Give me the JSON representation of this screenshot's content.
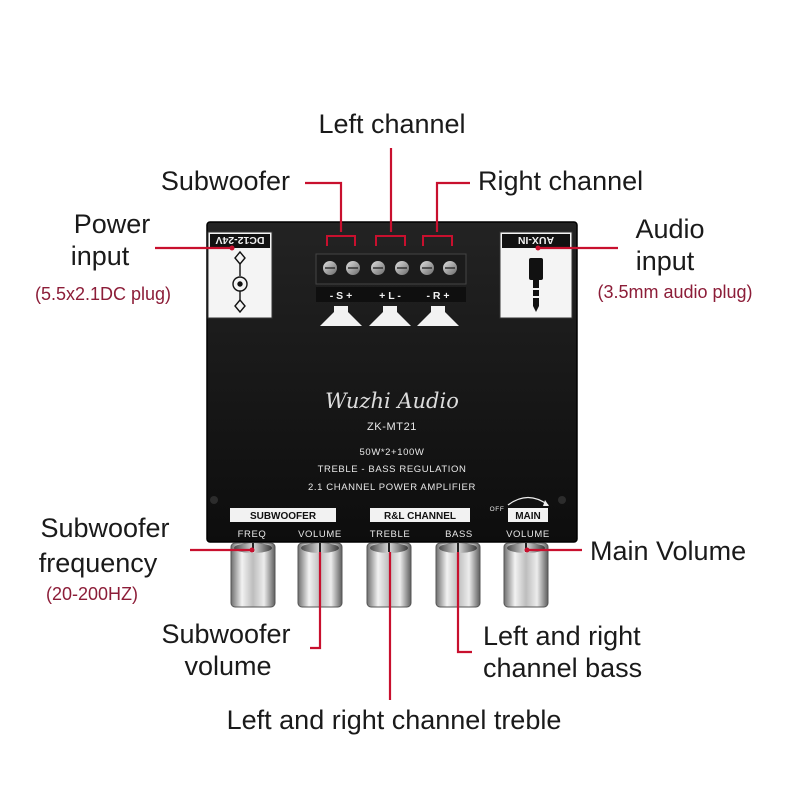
{
  "callouts": {
    "left_channel": "Left channel",
    "subwoofer": "Subwoofer",
    "right_channel": "Right channel",
    "power_input_line1": "Power",
    "power_input_line2": "input",
    "power_input_note": "(5.5x2.1DC plug)",
    "audio_input_line1": "Audio",
    "audio_input_line2": "input",
    "audio_input_note": "(3.5mm audio plug)",
    "sub_freq_line1": "Subwoofer",
    "sub_freq_line2": "frequency",
    "sub_freq_note": "(20-200HZ)",
    "main_volume": "Main Volume",
    "sub_volume_line1": "Subwoofer",
    "sub_volume_line2": "volume",
    "lr_bass_line1": "Left and right",
    "lr_bass_line2": "channel bass",
    "lr_treble": "Left and right channel treble"
  },
  "board": {
    "power_label": "DC12-24V",
    "aux_label": "AUX-IN",
    "terminals": [
      "- S +",
      "+ L -",
      "- R +"
    ],
    "brand": "Wuzhi Audio",
    "model": "ZK-MT21",
    "spec_power": "50W*2+100W",
    "spec_regulation": "TREBLE - BASS REGULATION",
    "spec_type": "2.1 CHANNEL POWER AMPLIFIER",
    "group_subwoofer": "SUBWOOFER",
    "group_rl": "R&L CHANNEL",
    "group_main": "MAIN",
    "off_label": "OFF",
    "knob_freq": "FREQ",
    "knob_sub_volume": "VOLUME",
    "knob_treble": "TREBLE",
    "knob_bass": "BASS",
    "knob_main_volume": "VOLUME"
  },
  "colors": {
    "leader_line": "#c8102e",
    "note_text": "#8c1d38",
    "board": "#151515"
  }
}
